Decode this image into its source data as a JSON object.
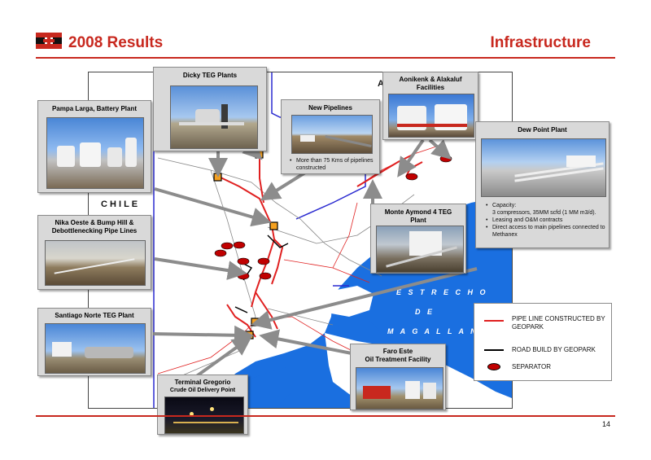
{
  "header": {
    "title_left": "2008 Results",
    "title_right": "Infrastructure"
  },
  "colors": {
    "accent_red": "#c8281e",
    "sea_blue": "#1a6fe0",
    "callout_gray": "#d9d9d9"
  },
  "map": {
    "country_label": "C H I L E",
    "partial_label": "A",
    "strait_lines": [
      "E S T R E C H O",
      "D E",
      "M A G A L L A N E S"
    ]
  },
  "callouts": {
    "pampa_larga": {
      "title": "Pampa Larga, Battery Plant"
    },
    "dicky": {
      "title": "Dicky TEG Plants"
    },
    "new_pipelines": {
      "title": "New Pipelines",
      "bullets": [
        "More than 75 Kms of  pipelines constructed"
      ]
    },
    "aonikenk": {
      "title_line1": "Aonikenk & Alakaluf",
      "title_line2": "Facilities"
    },
    "dew_point": {
      "title": "Dew Point Plant",
      "bullets": [
        "Capacity:",
        "3 compressors, 35MM scfd (1 MM m3/d).",
        "Leasing and O&M contracts",
        "Direct access to main pipelines connected to Methanex"
      ]
    },
    "nika": {
      "title_line1": "Nika Oeste & Bump Hill  &",
      "title_line2": "Debottlenecking  Pipe Lines"
    },
    "monte_aymond": {
      "title_line1": "Monte Aymond 4 TEG",
      "title_line2": "Plant"
    },
    "santiago": {
      "title": "Santiago Norte TEG Plant"
    },
    "terminal": {
      "title_line1": "Terminal Gregorio",
      "title_line2": "Crude Oil Delivery Point"
    },
    "faro_este": {
      "title_line1": "Faro Este",
      "title_line2": "Oil Treatment Facility"
    }
  },
  "legend": {
    "items": [
      {
        "label_line1": "PIPE LINE CONSTRUCTED BY",
        "label_line2": "GEOPARK",
        "color": "#e02020"
      },
      {
        "label_line1": "ROAD BUILD BY GEOPARK",
        "label_line2": "",
        "color": "#000000"
      },
      {
        "label_line1": "SEPARATOR",
        "label_line2": "",
        "color": "#c00000"
      }
    ]
  },
  "footer": {
    "page_number": "14"
  }
}
